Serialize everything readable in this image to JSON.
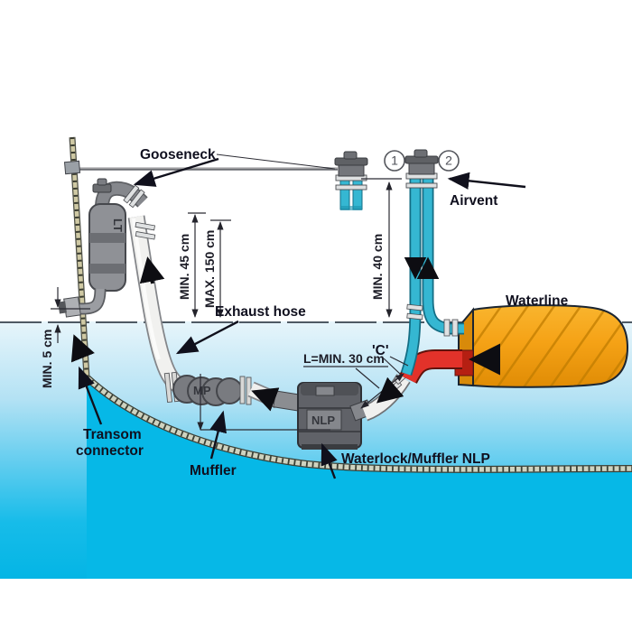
{
  "labels": {
    "gooseneck": "Gooseneck",
    "airvent": "Airvent",
    "waterline": "Waterline",
    "exhaust_hose": "Exhaust hose",
    "c_point": "'C'",
    "l_min_30": "L=MIN. 30 cm",
    "transom_line1": "Transom",
    "transom_line2": "connector",
    "muffler": "Muffler",
    "waterlock_nlp": "Waterlock/Muffler NLP",
    "num1": "1",
    "num2": "2"
  },
  "dimensions": {
    "min_40": "MIN. 40 cm",
    "min_45": "MIN. 45 cm",
    "max_150": "MAX. 150 cm",
    "min_5": "MIN. 5 cm"
  },
  "devices": {
    "lt_muffler": "LT",
    "mp_muffler": "MP",
    "nlp_waterlock": "NLP"
  },
  "colors": {
    "water_light": "#e7f5fb",
    "water_deep": "#04b5e5",
    "engine_orange": "#f5a216",
    "exhaust_red": "#e2322a",
    "cooling_teal": "#35b7d2",
    "label_navy": "#10101f"
  }
}
